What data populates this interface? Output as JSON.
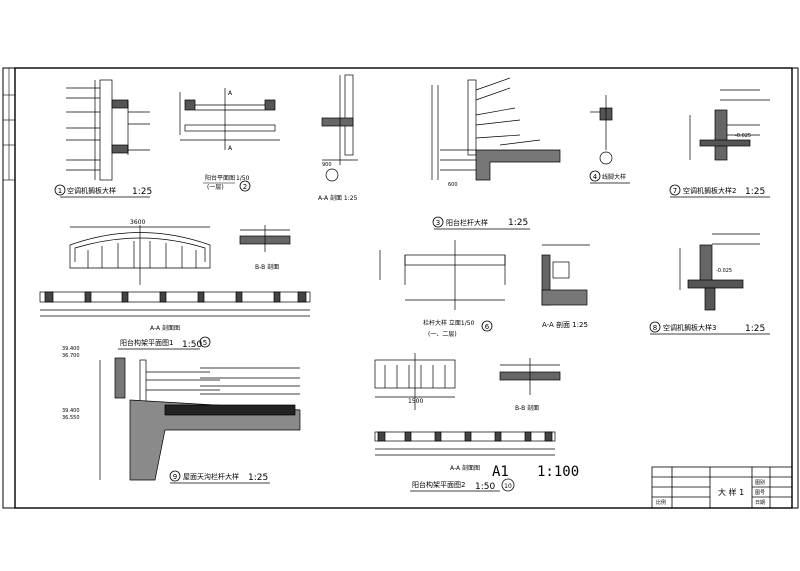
{
  "sheet": {
    "scale_label": "1:100",
    "paper_size": "A1",
    "title_block": {
      "drawing_title": "大 样 1",
      "cells": [
        "图别",
        "图号",
        "日期",
        "比例"
      ]
    }
  },
  "details": [
    {
      "num": "1",
      "title": "空调机搁板大样",
      "scale": "1:25"
    },
    {
      "num": "2",
      "title": "阳台平面图",
      "scale": "1/50",
      "sub": "(一层)"
    },
    {
      "num": "3",
      "title": "阳台栏杆大样",
      "scale": "1:25"
    },
    {
      "num": "4",
      "title": "线脚大样",
      "scale": ""
    },
    {
      "num": "5",
      "title": "阳台构架平面图1",
      "scale": "1:50"
    },
    {
      "num": "6",
      "title": "栏杆大样 立面1/50",
      "scale": "",
      "sub": "(一、二层)"
    },
    {
      "num": "7",
      "title": "空调机搁板大样2",
      "scale": "1:25"
    },
    {
      "num": "8",
      "title": "空调机搁板大样3",
      "scale": "1:25"
    },
    {
      "num": "9",
      "title": "屋面天沟栏杆大样",
      "scale": "1:25"
    },
    {
      "num": "10",
      "title": "阳台构架平面图2",
      "scale": "1:50"
    }
  ],
  "sections": {
    "aa_1": "A-A 剖面 1:25",
    "aa_2": "A-A 剖面图",
    "aa_3": "A-A 剖面 1:25",
    "aa_4": "A-A 剖面图",
    "bb_1": "B-B 剖面",
    "bb_2": "B-B 剖面"
  },
  "elevations": {
    "e1": "39.400",
    "e2": "36.700",
    "e3": "39.400",
    "e4": "36.550",
    "e5": "-0.025",
    "e6": "-0.025"
  },
  "dims": {
    "d1": "3600",
    "d2": "1500",
    "d3": "900",
    "d4": "600"
  }
}
